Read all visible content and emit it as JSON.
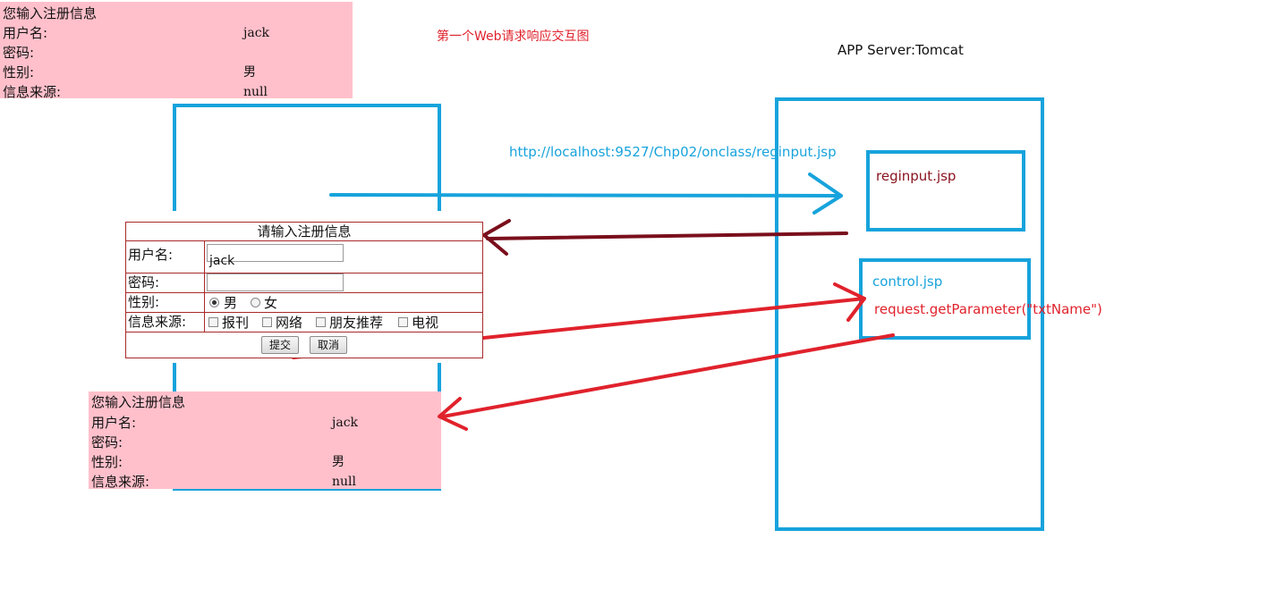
{
  "diagram": {
    "title": "第一个Web请求响应交互图",
    "server_label": "APP Server:Tomcat",
    "request_url": "http://localhost:9527/Chp02/onclass/reginput.jsp",
    "reginput_label": "reginput.jsp",
    "control_label": "control.jsp",
    "control_code": "request.getParameter(\"txtName\")",
    "colors": {
      "box": "#17a3dc",
      "request_arrow": "#17a3dc",
      "response_arrow": "#7a0f1c",
      "submit_arrow": "#e0222c",
      "result_card": "#ffc0cb"
    }
  },
  "result_card_top": {
    "heading": "您输入注册信息",
    "rows": [
      {
        "label": "用户名:",
        "value": "jack"
      },
      {
        "label": "密码:",
        "value": ""
      },
      {
        "label": "性别:",
        "value": "男"
      },
      {
        "label": "信息来源:",
        "value": "null"
      }
    ]
  },
  "result_card_bottom": {
    "heading": "您输入注册信息",
    "rows": [
      {
        "label": "用户名:",
        "value": "jack"
      },
      {
        "label": "密码:",
        "value": ""
      },
      {
        "label": "性别:",
        "value": "男"
      },
      {
        "label": "信息来源:",
        "value": "null"
      }
    ]
  },
  "form": {
    "title": "请输入注册信息",
    "username_label": "用户名:",
    "username_value": "jack",
    "password_label": "密码:",
    "gender_label": "性别:",
    "gender_options": [
      "男",
      "女"
    ],
    "gender_selected": "男",
    "source_label": "信息来源:",
    "source_options": [
      "报刊",
      "网络",
      "朋友推荐",
      "电视"
    ],
    "submit_label": "提交",
    "cancel_label": "取消"
  }
}
